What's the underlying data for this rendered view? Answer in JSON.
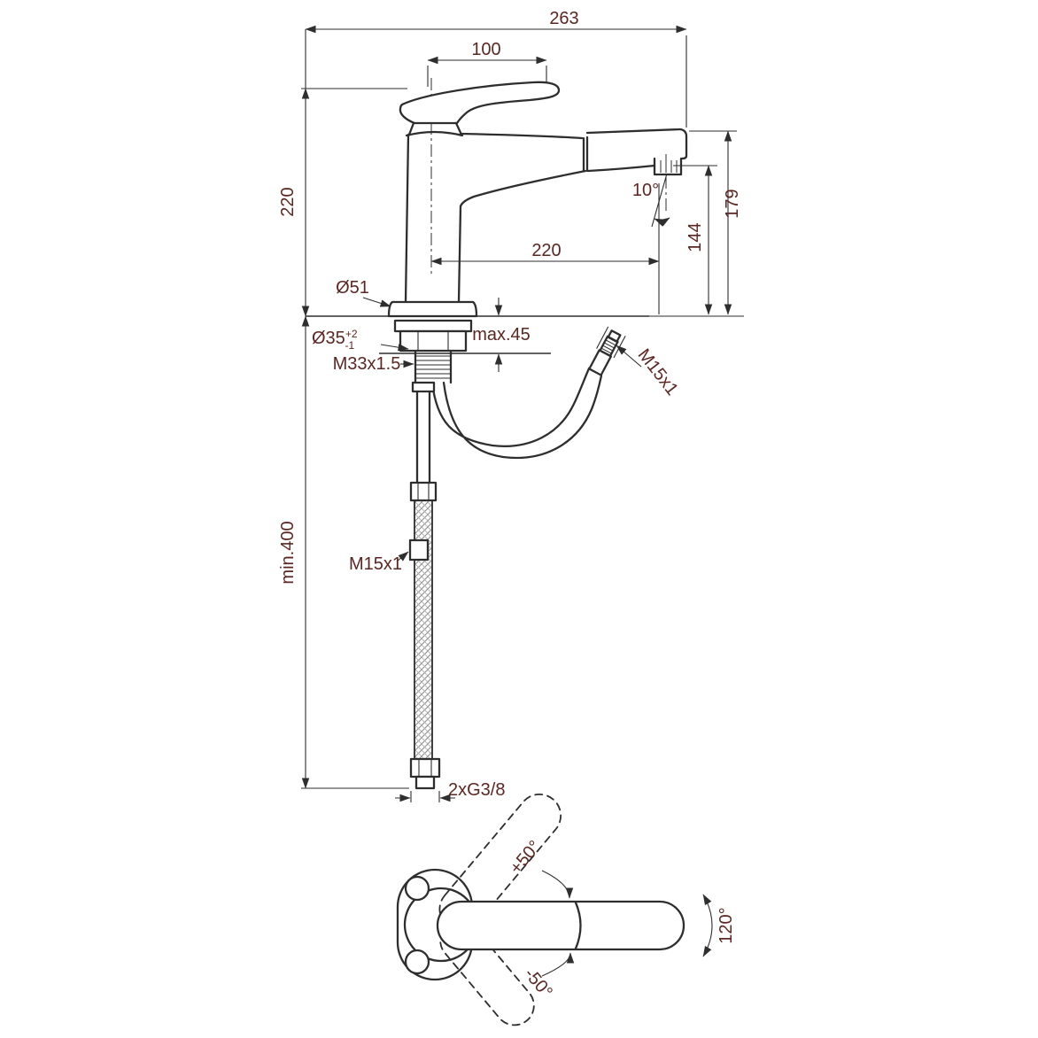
{
  "drawing": {
    "type": "technical-dimension-drawing",
    "subject": "single-lever kitchen mixer with pull-out spray",
    "views": [
      "side-elevation",
      "top-view"
    ]
  },
  "colors": {
    "line": "#2e2e2e",
    "dimension_text": "#5a2722",
    "background": "#ffffff"
  },
  "labels": {
    "overall_width": "263",
    "lever_length": "100",
    "height_above_deck": "220",
    "spout_reach": "220",
    "spout_top_height": "179",
    "outlet_height": "144",
    "spray_angle": "10°",
    "base_diameter": "Ø51",
    "hole_diameter": "Ø35",
    "hole_tol_plus": "+2",
    "hole_tol_minus": "-1",
    "max_deck_thickness": "max.45",
    "shank_thread": "M33x1.5",
    "spray_hose_thread": "M15x1",
    "supply_hose_thread": "M15x1",
    "min_hose_length": "min.400",
    "supply_connection": "2xG3/8",
    "handle_open_angle": "+50°",
    "handle_close_angle": "-50°",
    "spout_swivel_angle": "120°"
  }
}
